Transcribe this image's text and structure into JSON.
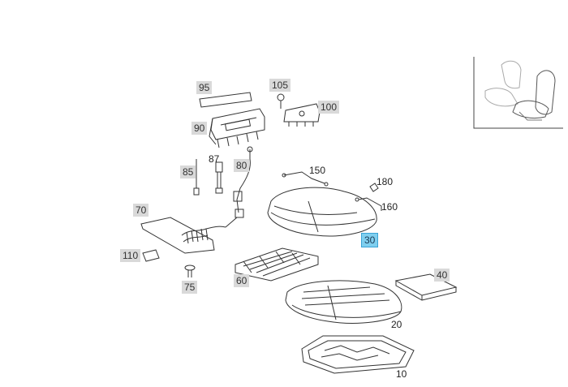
{
  "callouts": [
    {
      "id": "95",
      "text": "95",
      "style": "box"
    },
    {
      "id": "105",
      "text": "105",
      "style": "box"
    },
    {
      "id": "100",
      "text": "100",
      "style": "box"
    },
    {
      "id": "90",
      "text": "90",
      "style": "box"
    },
    {
      "id": "87",
      "text": "87",
      "style": "plain"
    },
    {
      "id": "80",
      "text": "80",
      "style": "box"
    },
    {
      "id": "85",
      "text": "85",
      "style": "box"
    },
    {
      "id": "150",
      "text": "150",
      "style": "plain"
    },
    {
      "id": "180",
      "text": "180",
      "style": "plain"
    },
    {
      "id": "160",
      "text": "160",
      "style": "plain"
    },
    {
      "id": "70",
      "text": "70",
      "style": "box"
    },
    {
      "id": "30",
      "text": "30",
      "style": "highlight"
    },
    {
      "id": "110",
      "text": "110",
      "style": "box"
    },
    {
      "id": "75",
      "text": "75",
      "style": "box"
    },
    {
      "id": "60",
      "text": "60",
      "style": "box"
    },
    {
      "id": "40",
      "text": "40",
      "style": "box"
    },
    {
      "id": "20",
      "text": "20",
      "style": "plain"
    },
    {
      "id": "10",
      "text": "10",
      "style": "plain"
    }
  ],
  "colors": {
    "line": "#333333",
    "label_bg": "#d9d9d9",
    "highlight": "#7fcfef"
  }
}
